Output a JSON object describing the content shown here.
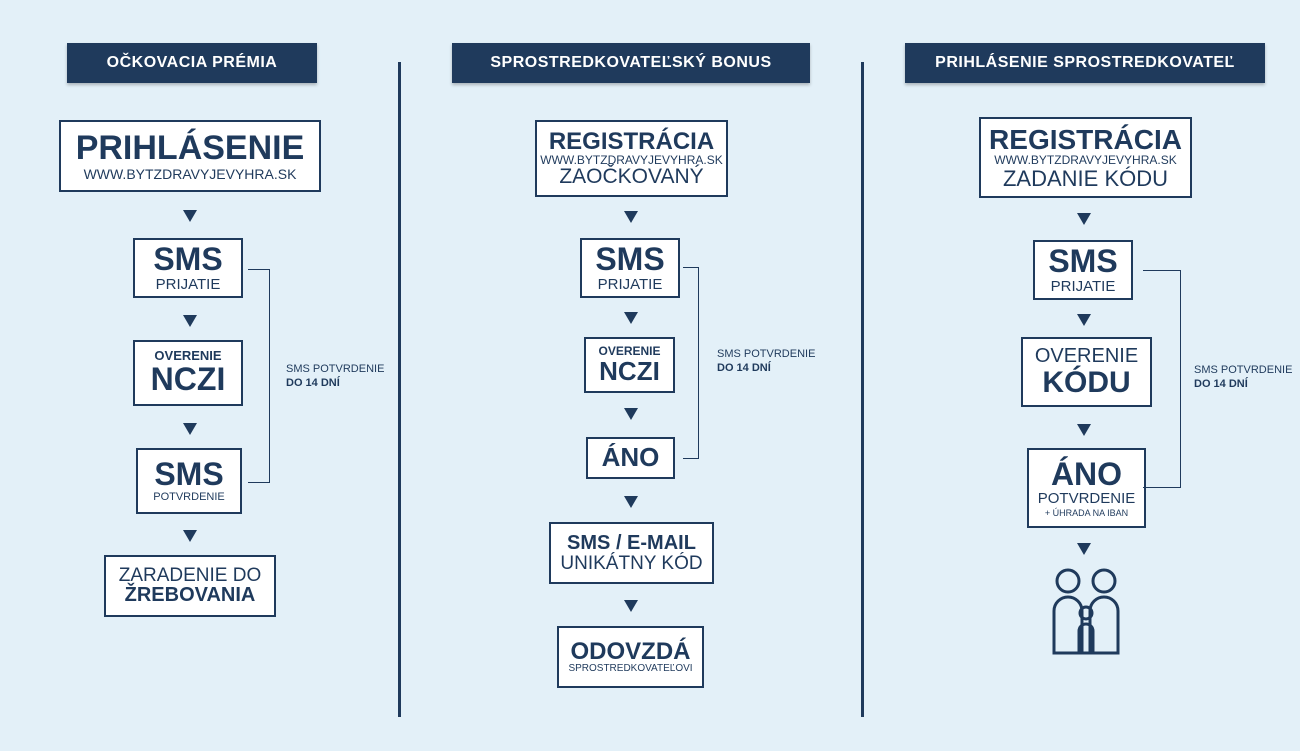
{
  "columns": [
    {
      "header": "OČKOVACIA PRÉMIA",
      "login": {
        "title": "PRIHLÁSENIE",
        "url": "WWW.BYTZDRAVYJEVYHRA.SK"
      },
      "sms_receive": {
        "title": "SMS",
        "sub": "PRIJATIE"
      },
      "verify": {
        "top": "OVERENIE",
        "bottom": "NCZI"
      },
      "sms_confirm": {
        "title": "SMS",
        "sub": "POTVRDENIE"
      },
      "draw": {
        "top": "ZARADENIE DO",
        "bottom": "ŽREBOVANIA"
      },
      "note": {
        "line1": "SMS POTVRDENIE",
        "line2": "DO 14 DNÍ"
      }
    },
    {
      "header": "SPROSTREDKOVATEĽSKÝ BONUS",
      "registration": {
        "title": "REGISTRÁCIA",
        "url": "WWW.BYTZDRAVYJEVYHRA.SK",
        "sub": "ZAOČKOVANÝ"
      },
      "sms_receive": {
        "title": "SMS",
        "sub": "PRIJATIE"
      },
      "verify": {
        "top": "OVERENIE",
        "bottom": "NCZI"
      },
      "yes": {
        "title": "ÁNO"
      },
      "sms_email": {
        "top": "SMS / E-MAIL",
        "bottom": "UNIKÁTNY KÓD"
      },
      "hand_over": {
        "title": "ODOVZDÁ",
        "sub": "SPROSTREDKOVATEĽOVI"
      },
      "note": {
        "line1": "SMS POTVRDENIE",
        "line2": "DO 14 DNÍ"
      }
    },
    {
      "header": "PRIHLÁSENIE SPROSTREDKOVATEĽ",
      "registration": {
        "title": "REGISTRÁCIA",
        "url": "WWW.BYTZDRAVYJEVYHRA.SK",
        "sub": "ZADANIE KÓDU"
      },
      "sms_receive": {
        "title": "SMS",
        "sub": "PRIJATIE"
      },
      "verify": {
        "top": "OVERENIE",
        "bottom": "KÓDU"
      },
      "yes": {
        "title": "ÁNO",
        "sub": "POTVRDENIE",
        "extra": "+ ÚHRADA NA IBAN"
      },
      "icon": "family-icon",
      "note": {
        "line1": "SMS POTVRDENIE",
        "line2": "DO 14 DNÍ"
      }
    }
  ],
  "colors": {
    "primary": "#1f3a5c",
    "background": "#e3f0f8",
    "box": "#ffffff"
  }
}
